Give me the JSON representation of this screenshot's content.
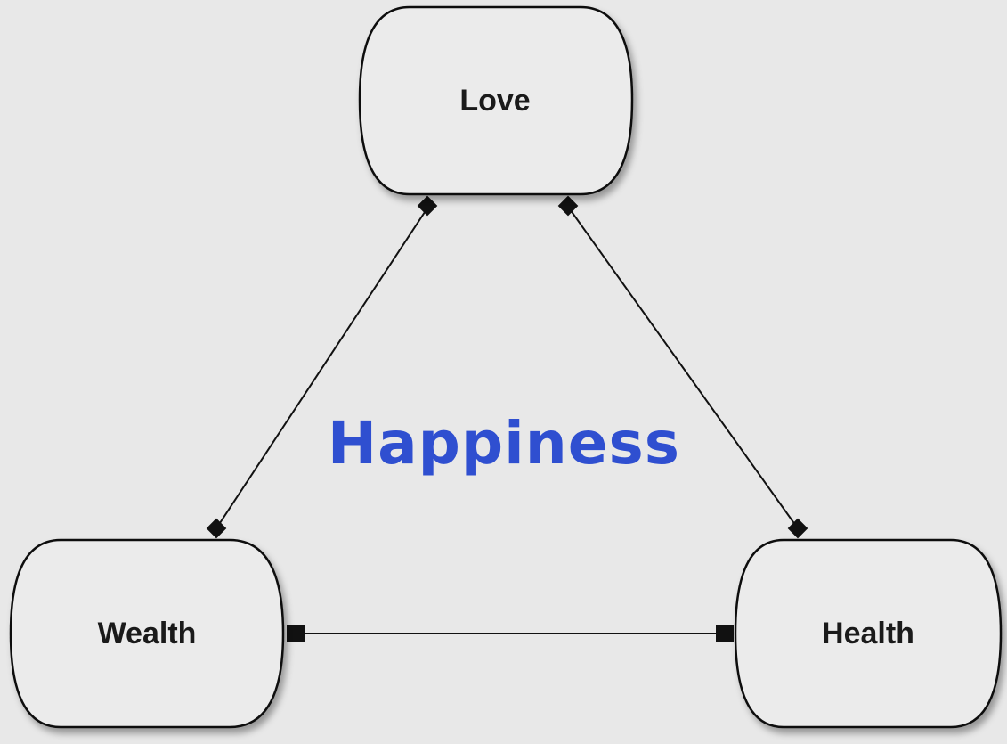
{
  "diagram": {
    "center_label": "Happiness",
    "center_color": "#2f4fd0",
    "line_color": "#111111",
    "node_fill": "#eaeaea",
    "nodes": {
      "love": {
        "label": "Love"
      },
      "wealth": {
        "label": "Wealth"
      },
      "health": {
        "label": "Health"
      }
    },
    "connectors": [
      {
        "from": "Love",
        "to": "Wealth",
        "ends": "diamond-diamond"
      },
      {
        "from": "Love",
        "to": "Health",
        "ends": "diamond-diamond"
      },
      {
        "from": "Wealth",
        "to": "Health",
        "ends": "square-square"
      }
    ]
  }
}
